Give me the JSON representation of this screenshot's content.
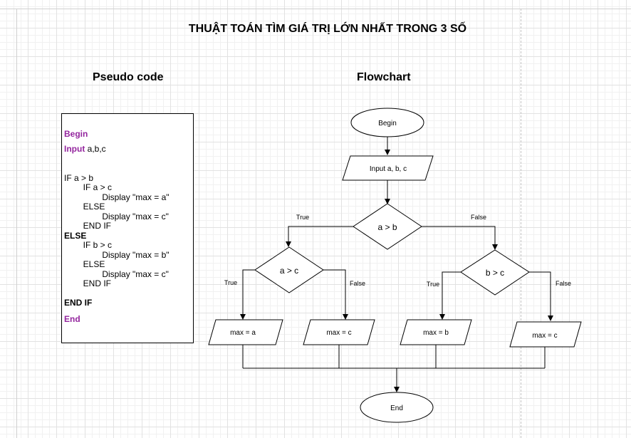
{
  "title": "THUẬT TOÁN TÌM GIÁ TRỊ LỚN NHẤT TRONG 3 SỐ",
  "pseudo": {
    "heading": "Pseudo code",
    "begin": "Begin",
    "input_kw": "Input",
    "input_vars": " a,b,c",
    "lines": [
      "IF a > b",
      "        IF a > c",
      "                Display \"max = a\"",
      "        ELSE",
      "                Display \"max = c\"",
      "        END IF",
      "ELSE",
      "        IF b > c",
      "                Display \"max = b\"",
      "        ELSE",
      "                Display \"max = c\"",
      "        END IF"
    ],
    "end_if": "END IF",
    "end": "End"
  },
  "flow": {
    "heading": "Flowchart",
    "begin": "Begin",
    "input": "Input a, b, c",
    "cond_ab": "a > b",
    "cond_ac": "a > c",
    "cond_bc": "b > c",
    "true_label": "True",
    "false_label": "False",
    "max_a": "max = a",
    "max_c_left": "max = c",
    "max_b": "max = b",
    "max_c_right": "max = c",
    "end": "End"
  }
}
